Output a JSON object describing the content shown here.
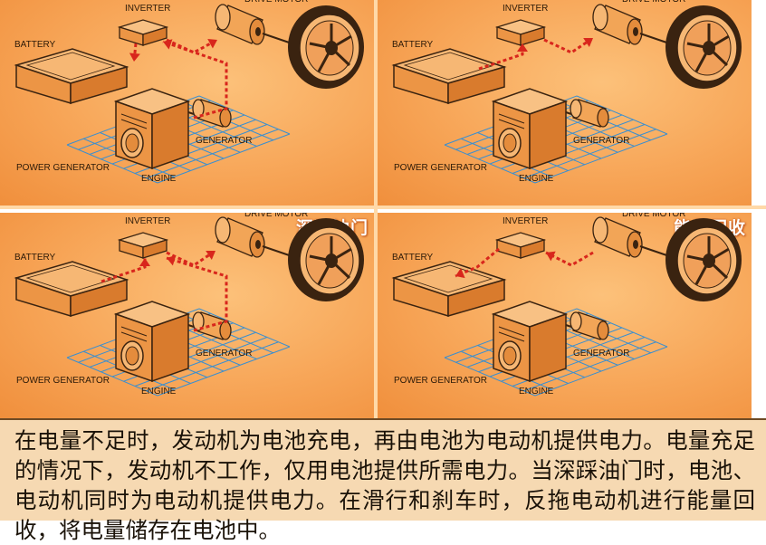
{
  "panels": [
    {
      "title": "",
      "labels": {
        "inverter": "INVERTER",
        "battery": "BATTERY",
        "drive_motor": "DRIVE MOTOR",
        "generator": "GENERATOR",
        "power_generator": "POWER GENERATOR",
        "engine": "ENGINE"
      }
    },
    {
      "title": "",
      "labels": {
        "inverter": "INVERTER",
        "battery": "BATTERY",
        "drive_motor": "DRIVE MOTOR",
        "generator": "GENERATOR",
        "power_generator": "POWER GENERATOR",
        "engine": "ENGINE"
      }
    },
    {
      "title": "深踩油门",
      "labels": {
        "inverter": "INVERTER",
        "battery": "BATTERY",
        "drive_motor": "DRIVE MOTOR",
        "generator": "GENERATOR",
        "power_generator": "POWER GENERATOR",
        "engine": "ENGINE"
      }
    },
    {
      "title": "能量回收",
      "labels": {
        "inverter": "INVERTER",
        "battery": "BATTERY",
        "drive_motor": "DRIVE MOTOR",
        "generator": "GENERATOR",
        "power_generator": "POWER GENERATOR",
        "engine": "ENGINE"
      }
    }
  ],
  "caption": "在电量不足时，发动机为电池充电，再由电池为电动机提供电力。电量充足的情况下，发动机不工作，仅用电池提供所需电力。当深踩油门时，电池、电动机同时为电动机提供电力。在滑行和刹车时，反拖电动机进行能量回收，将电量储存在电池中。",
  "colors": {
    "panel_bg": "#f7a557",
    "flow_arrow": "#d8261c",
    "grid": "#3a8fd0",
    "caption_bg": "#f6d9b2"
  }
}
